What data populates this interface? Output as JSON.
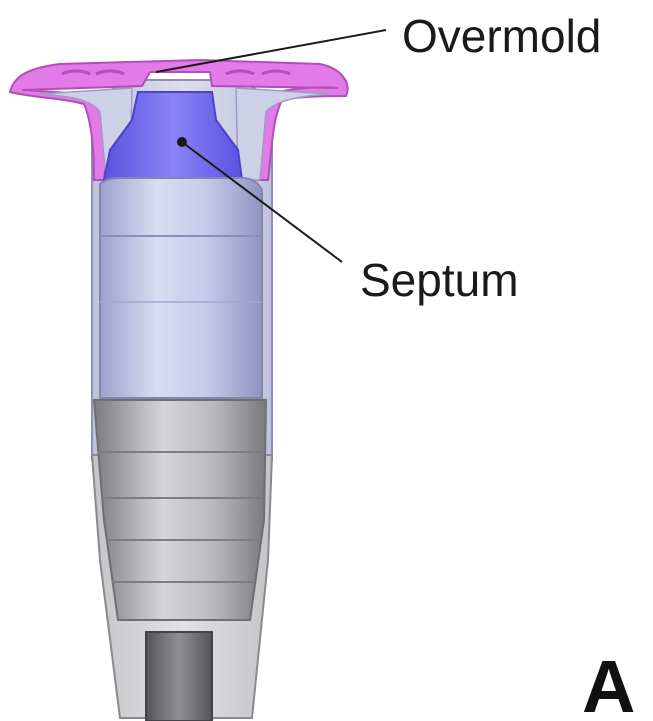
{
  "labels": {
    "overmold": "Overmold",
    "septum": "Septum",
    "panel": "A"
  },
  "colors": {
    "overmold": "#e27ae8",
    "septum": "#6d64f0",
    "housing_shell": "#cdd0e6",
    "upper_chamber": "#b9bce0",
    "lower_body": "#a9a9ad",
    "stem": "#6e6e72",
    "leader_line": "#1a1a1a"
  },
  "icons": {
    "component": "vial-adapter-cross-section"
  }
}
